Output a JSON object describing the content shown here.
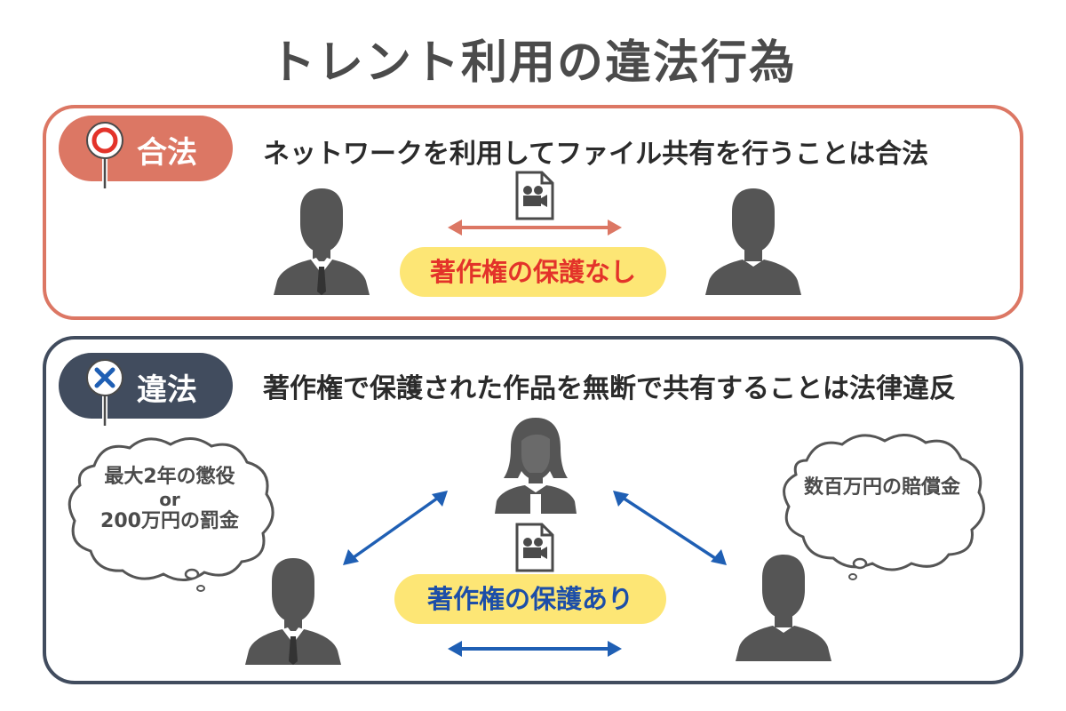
{
  "title": "トレント利用の違法行為",
  "legal": {
    "badge_label": "合法",
    "statement": "ネットワークを利用してファイル共有を行うことは合法",
    "pill_label": "著作権の保護なし"
  },
  "illegal": {
    "badge_label": "違法",
    "statement": "著作権で保護された作品を無断で共有することは法律違反",
    "pill_label": "著作権の保護あり",
    "left_bubble": {
      "line1": "最大2年の懲役",
      "line2": "or",
      "line3": "200万円の罰金"
    },
    "right_bubble": {
      "text": "数百万円の賠償金"
    }
  },
  "colors": {
    "legal_accent": "#dc7764",
    "illegal_accent": "#414c5e",
    "pill_yellow": "#fde675",
    "legal_pill_text": "#e3332a",
    "illegal_pill_text": "#1c4ea8",
    "illegal_arrow": "#1f5fb4",
    "person_gray": "#555555"
  },
  "icons": {
    "circle_sign": "circle-sign-icon",
    "cross_sign": "cross-sign-icon",
    "video_file": "video-file-icon",
    "person": "person-icon"
  }
}
